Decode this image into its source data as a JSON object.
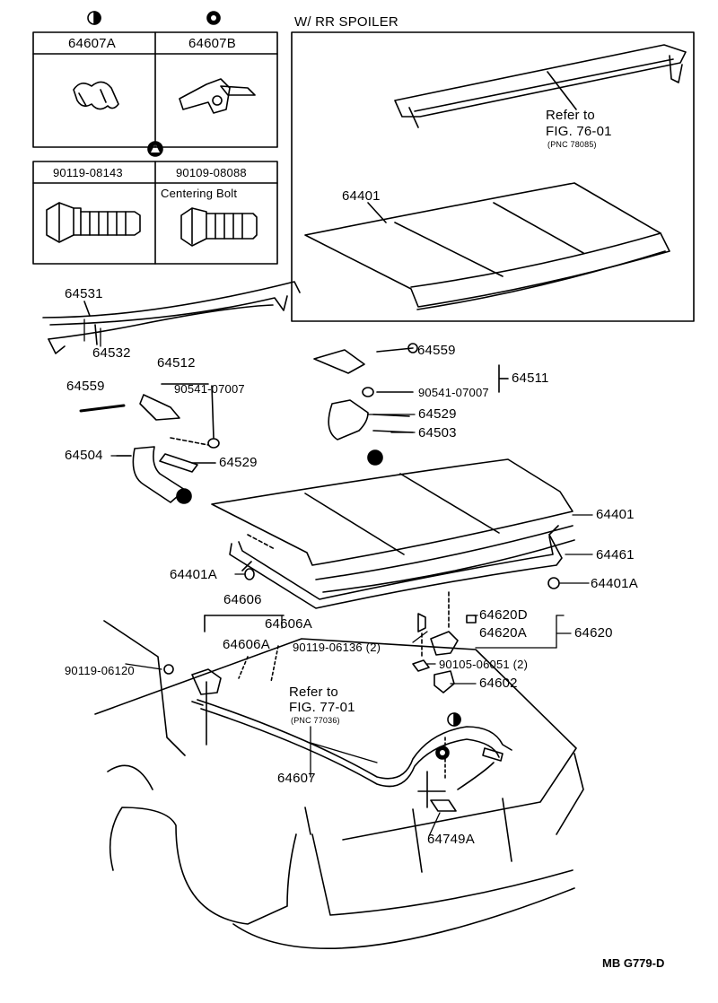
{
  "legend_box1": {
    "col1": "64607A",
    "col2": "64607B"
  },
  "legend_box2": {
    "col1": "90119-08143",
    "col2": "90109-08088",
    "col2_note": "Centering Bolt"
  },
  "spoiler_box": {
    "title": "W/ RR SPOILER",
    "refer_1": "Refer to",
    "refer_2": "FIG. 76-01",
    "refer_3": "(PNC 78085)",
    "lid_part": "64401"
  },
  "parts": {
    "p64531": "64531",
    "p64532": "64532",
    "p64512": "64512",
    "p64559_left": "64559",
    "p90541_left": "90541-07007",
    "p64504": "64504",
    "p64529_left": "64529",
    "p64559_right": "64559",
    "p90541_right": "90541-07007",
    "p64511": "64511",
    "p64529_right": "64529",
    "p64503": "64503",
    "p64401": "64401",
    "p64461": "64461",
    "p64401A_left": "64401A",
    "p64401A_right": "64401A",
    "p64606": "64606",
    "p64606A_a": "64606A",
    "p64606A_b": "64606A",
    "p90119_06136": "90119-06136 (2)",
    "p90119_06120": "90119-06120",
    "p64620D": "64620D",
    "p64620A": "64620A",
    "p64620": "64620",
    "p90105": "90105-06051 (2)",
    "p64602": "64602",
    "p64607": "64607",
    "p64749A": "64749A"
  },
  "cable_ref": {
    "line1": "Refer to",
    "line2": "FIG. 77-01",
    "line3": "(PNC 77036)"
  },
  "footer": {
    "code": "MB  G779-D"
  }
}
